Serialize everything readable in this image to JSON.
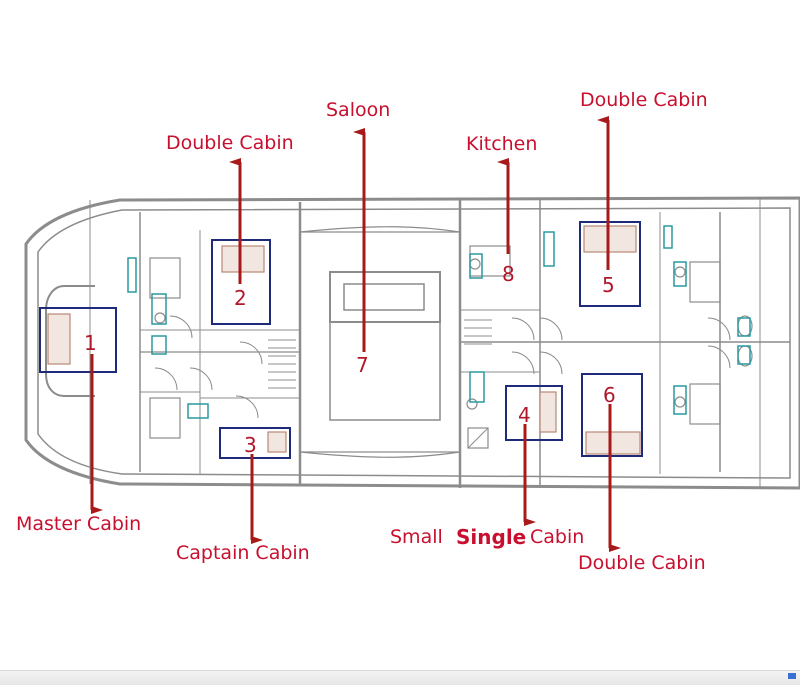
{
  "labels": {
    "saloon": "Saloon",
    "double_cabin_left": "Double Cabin",
    "kitchen": "Kitchen",
    "double_cabin_top_right": "Double Cabin",
    "master_cabin": "Master Cabin",
    "captain_cabin": "Captain Cabin",
    "small": "Small",
    "single": "Single",
    "cabin": "Cabin",
    "double_cabin_bottom_right": "Double Cabin"
  },
  "rooms": {
    "r1": "1",
    "r2": "2",
    "r3": "3",
    "r4": "4",
    "r5": "5",
    "r6": "6",
    "r7": "7",
    "r8": "8"
  },
  "colors": {
    "label": "#c8102e",
    "arrow": "#a81a1a",
    "cabin_outline": "#1f2a7a",
    "hull_line": "#8c8c8c"
  }
}
